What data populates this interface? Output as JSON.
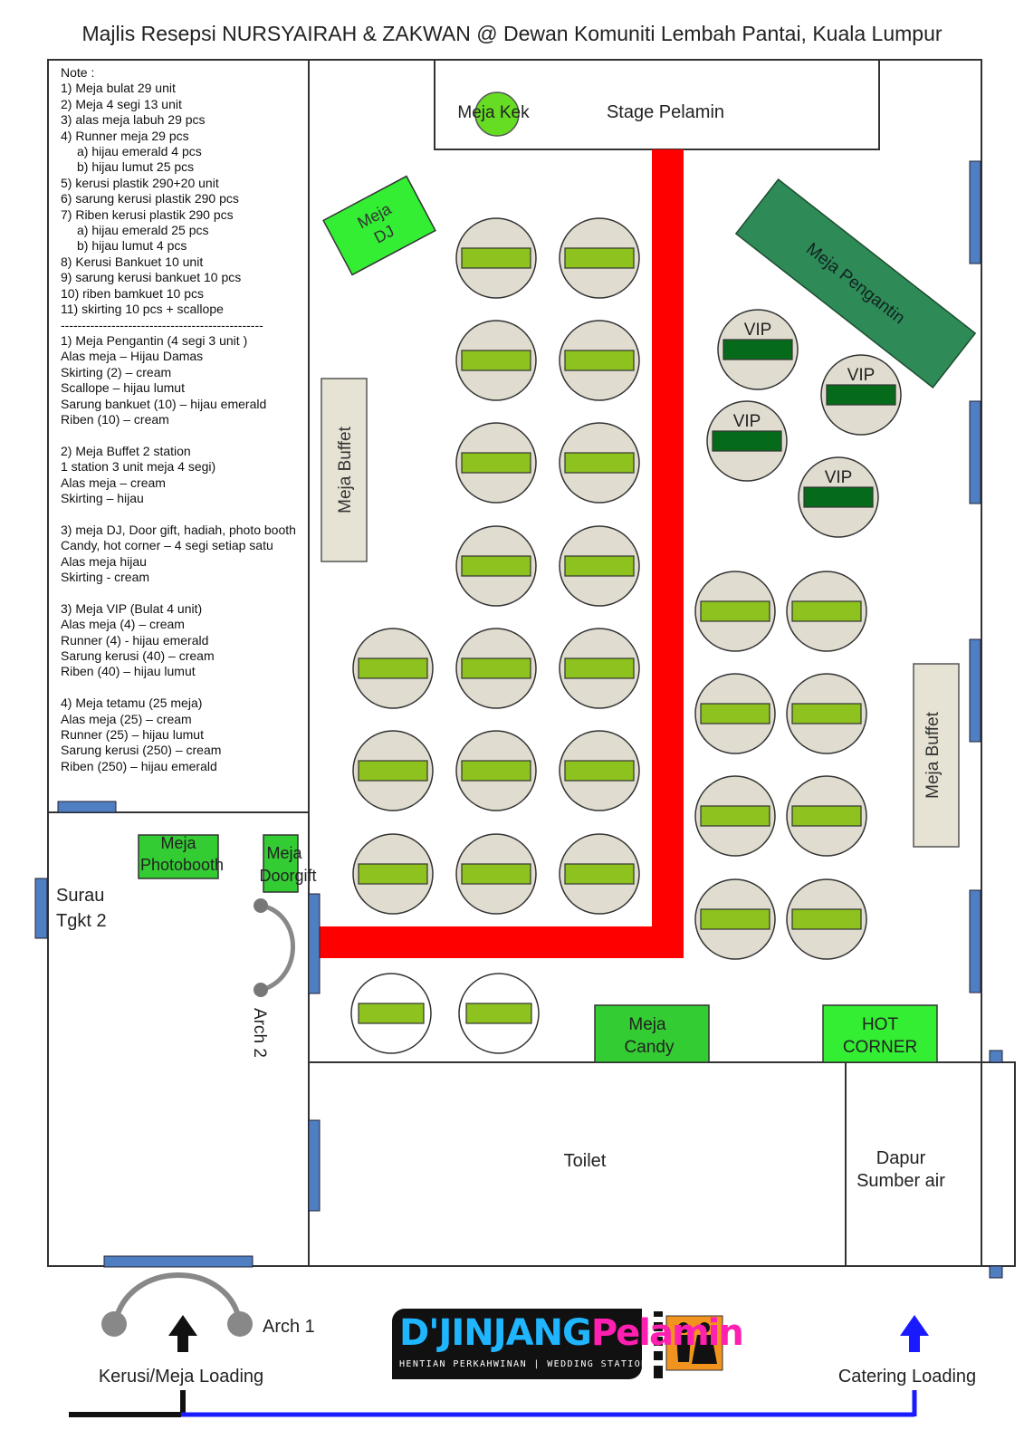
{
  "title": "Majlis Resepsi NURSYAIRAH & ZAKWAN @ Dewan Komuniti Lembah Pantai, Kuala Lumpur",
  "notes": [
    {
      "text": "Note :",
      "indent": false
    },
    {
      "text": "1) Meja bulat 29 unit",
      "indent": false
    },
    {
      "text": "2) Meja 4 segi 13 unit",
      "indent": false
    },
    {
      "text": "3) alas meja labuh 29 pcs",
      "indent": false
    },
    {
      "text": "4) Runner meja 29 pcs",
      "indent": false
    },
    {
      "text": "a) hijau emerald 4 pcs",
      "indent": true
    },
    {
      "text": "b) hijau lumut 25 pcs",
      "indent": true
    },
    {
      "text": "5) kerusi plastik 290+20 unit",
      "indent": false
    },
    {
      "text": "6) sarung kerusi plastik 290 pcs",
      "indent": false
    },
    {
      "text": "7) Riben kerusi plastik 290 pcs",
      "indent": false
    },
    {
      "text": "a) hijau emerald 25 pcs",
      "indent": true
    },
    {
      "text": "b) hijau lumut 4 pcs",
      "indent": true
    },
    {
      "text": "8) Kerusi Bankuet 10 unit",
      "indent": false
    },
    {
      "text": "9) sarung kerusi bankuet 10 pcs",
      "indent": false
    },
    {
      "text": "10) riben bamkuet 10 pcs",
      "indent": false
    },
    {
      "text": "11) skirting 10 pcs + scallope",
      "indent": false
    },
    {
      "text": "------------------------------------------------",
      "indent": false
    },
    {
      "text": "1) Meja Pengantin (4 segi 3 unit )",
      "indent": false
    },
    {
      "text": "Alas meja – Hijau Damas",
      "indent": false
    },
    {
      "text": "Skirting (2) – cream",
      "indent": false
    },
    {
      "text": "Scallope – hijau lumut",
      "indent": false
    },
    {
      "text": "Sarung bankuet (10) – hijau emerald",
      "indent": false
    },
    {
      "text": "Riben (10) – cream",
      "indent": false
    },
    {
      "text": "",
      "indent": false
    },
    {
      "text": "2) Meja Buffet 2 station",
      "indent": false
    },
    {
      "text": "1 station 3 unit meja 4 segi)",
      "indent": false
    },
    {
      "text": "Alas meja – cream",
      "indent": false
    },
    {
      "text": "Skirting – hijau",
      "indent": false
    },
    {
      "text": "",
      "indent": false
    },
    {
      "text": "3) meja DJ, Door gift, hadiah, photo booth",
      "indent": false
    },
    {
      "text": "Candy, hot corner – 4 segi setiap satu",
      "indent": false
    },
    {
      "text": "Alas meja hijau",
      "indent": false
    },
    {
      "text": "Skirting - cream",
      "indent": false
    },
    {
      "text": "",
      "indent": false
    },
    {
      "text": "3) Meja VIP (Bulat 4 unit)",
      "indent": false
    },
    {
      "text": "Alas meja (4) – cream",
      "indent": false
    },
    {
      "text": "Runner (4) - hijau emerald",
      "indent": false
    },
    {
      "text": "Sarung kerusi (40) – cream",
      "indent": false
    },
    {
      "text": "Riben (40) – hijau lumut",
      "indent": false
    },
    {
      "text": "",
      "indent": false
    },
    {
      "text": "4) Meja tetamu (25 meja)",
      "indent": false
    },
    {
      "text": "Alas meja (25) – cream",
      "indent": false
    },
    {
      "text": "Runner (25) – hijau lumut",
      "indent": false
    },
    {
      "text": "Sarung kerusi (250) – cream",
      "indent": false
    },
    {
      "text": "Riben (250) – hijau emerald",
      "indent": false
    }
  ],
  "labels": {
    "meja_kek": "Meja Kek",
    "stage": "Stage Pelamin",
    "meja_dj_1": "Meja",
    "meja_dj_2": "DJ",
    "meja_pengantin": "Meja Pengantin",
    "vip": "VIP",
    "buffet": "Meja Buffet",
    "photobooth_1": "Meja",
    "photobooth_2": "Photobooth",
    "doorgift_1": "Meja",
    "doorgift_2": "Doorgift",
    "surau_1": "Surau",
    "surau_2": "Tgkt 2",
    "arch2": "Arch 2",
    "arch1": "Arch 1",
    "candy_1": "Meja",
    "candy_2": "Candy",
    "hot_1": "HOT",
    "hot_2": "CORNER",
    "toilet": "Toilet",
    "dapur_1": "Dapur",
    "dapur_2": "Sumber air",
    "kerusi_loading": "Kerusi/Meja Loading",
    "catering_loading": "Catering Loading"
  },
  "logo": {
    "main": "D'JINJANG",
    "accent": "Pelamin",
    "tagline": "HENTIAN PERKAHWINAN | WEDDING STATION"
  },
  "colors": {
    "aisle": "#ff0000",
    "table_fill": "#e0ddd0",
    "runner_lumut": "#8dc21f",
    "runner_emerald": "#056b1a",
    "green_table": "#33cc33",
    "bright_green": "#33ee33",
    "pengantin": "#2e8b57",
    "cream": "#e6e3d4",
    "door": "#4f7fc1",
    "route": "#1a1aff"
  },
  "guest_tables": [
    {
      "col": 1,
      "row": 0
    },
    {
      "col": 2,
      "row": 0
    },
    {
      "col": 1,
      "row": 1
    },
    {
      "col": 2,
      "row": 1
    },
    {
      "col": 1,
      "row": 2
    },
    {
      "col": 2,
      "row": 2
    },
    {
      "col": 1,
      "row": 3
    },
    {
      "col": 2,
      "row": 3
    },
    {
      "col": 0,
      "row": 4
    },
    {
      "col": 1,
      "row": 4
    },
    {
      "col": 2,
      "row": 4
    },
    {
      "col": 0,
      "row": 5
    },
    {
      "col": 1,
      "row": 5
    },
    {
      "col": 2,
      "row": 5
    },
    {
      "col": 0,
      "row": 6
    },
    {
      "col": 1,
      "row": 6
    },
    {
      "col": 2,
      "row": 6
    },
    {
      "col": 3,
      "row": 4
    },
    {
      "col": 4,
      "row": 4
    },
    {
      "col": 3,
      "row": 5
    },
    {
      "col": 4,
      "row": 5
    },
    {
      "col": 3,
      "row": 6
    },
    {
      "col": 4,
      "row": 6
    },
    {
      "col": 3,
      "row": 7
    },
    {
      "col": 4,
      "row": 7
    }
  ],
  "extra_tables": 2,
  "vip_tables": 4
}
